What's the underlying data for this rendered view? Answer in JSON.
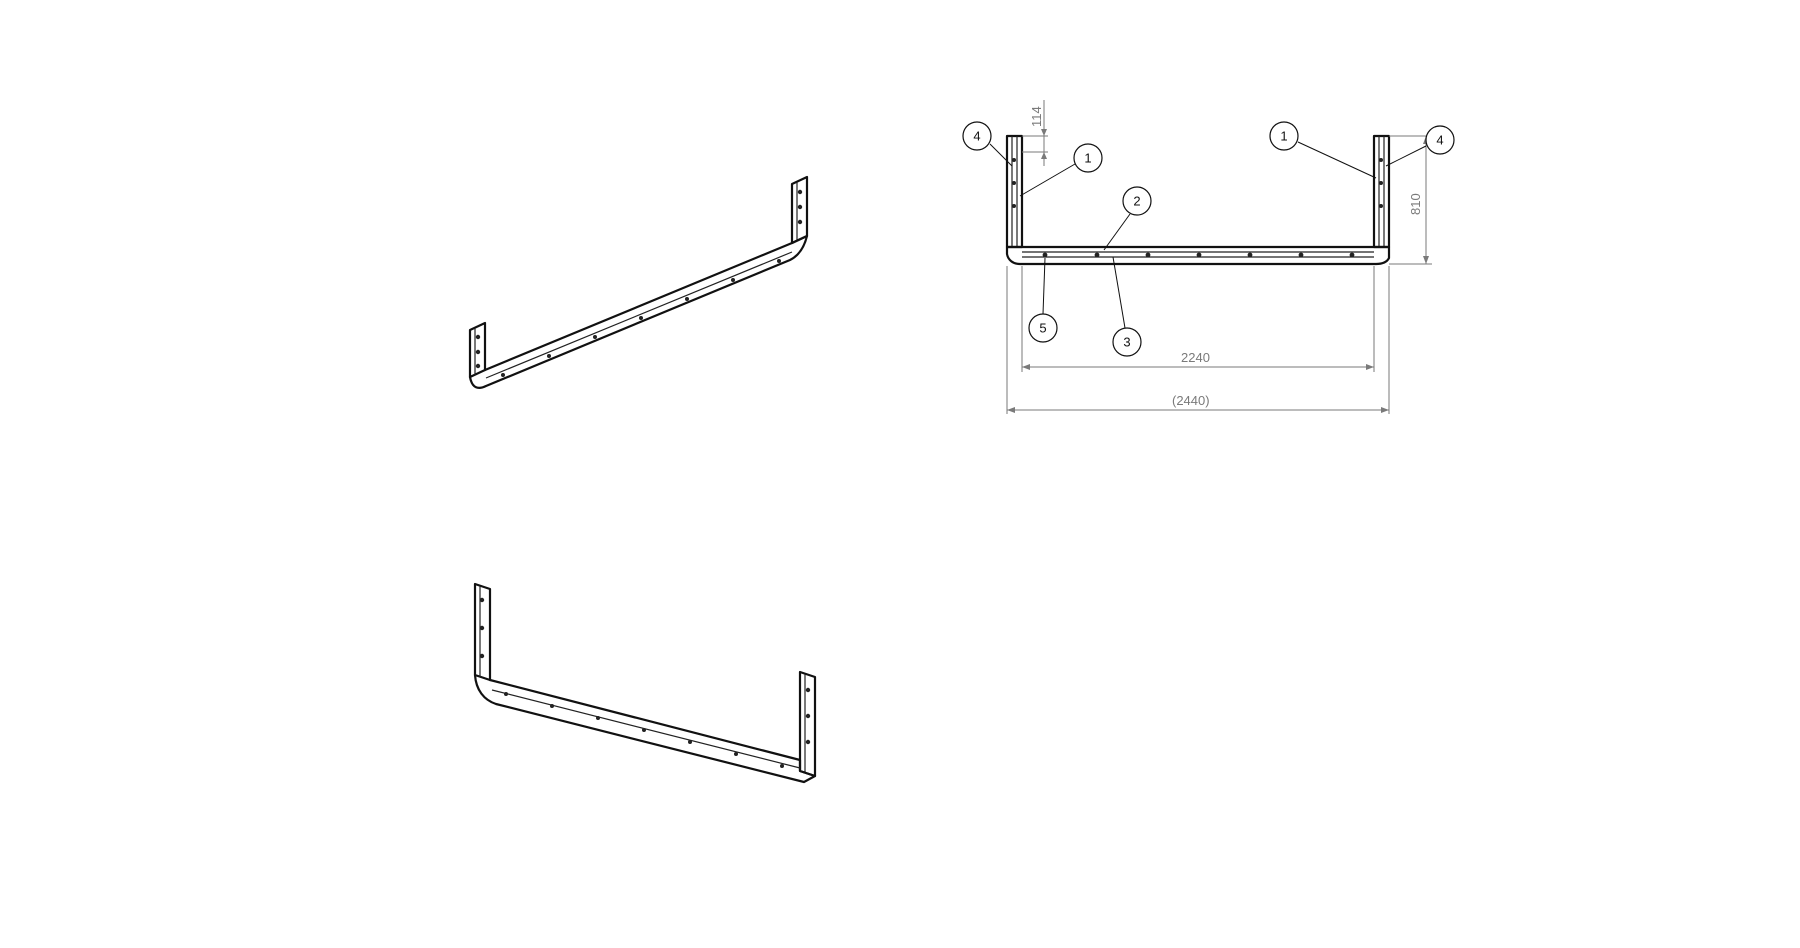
{
  "drawing": {
    "views": [
      "isometric-view-top",
      "isometric-view-bottom",
      "front-view"
    ],
    "dimensions": {
      "flange_hole_pitch": "114",
      "flange_height": "810",
      "inner_width": "2240",
      "overall_width": "(2440)"
    },
    "balloons": {
      "left_flange_marker": "4",
      "left_flange_part": "1",
      "beam_top": "2",
      "beam_hole": "5",
      "beam_bottom": "3",
      "right_flange_part": "1",
      "right_flange_marker": "4"
    }
  }
}
